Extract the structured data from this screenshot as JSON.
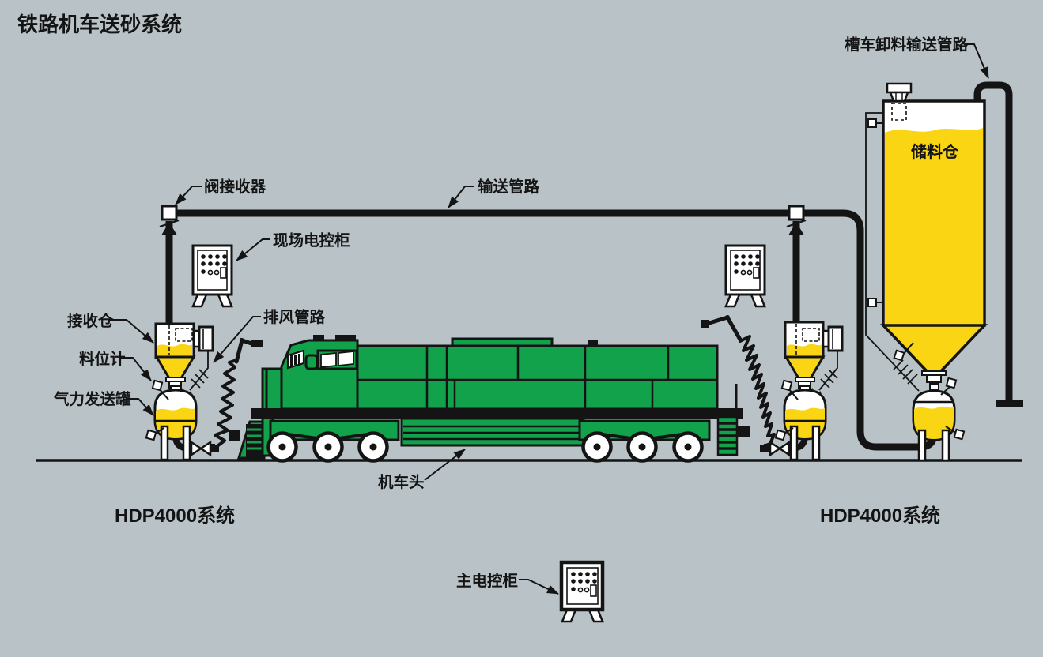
{
  "title": "铁路机车送砂系统",
  "colors": {
    "background": "#b9c3c7",
    "locomotive_green": "#12a24b",
    "sand_yellow": "#f9d513",
    "line_black": "#141414",
    "white": "#ffffff"
  },
  "labels": {
    "valve_receiver": "阀接收器",
    "conveying_pipeline": "输送管路",
    "field_control_cabinet": "现场电控柜",
    "exhaust_pipeline": "排风管路",
    "receiving_bin": "接收仓",
    "level_gauge": "料位计",
    "pneumatic_tank": "气力发送罐",
    "locomotive": "机车头",
    "main_control_cabinet": "主电控柜",
    "tanker_unloading_pipeline": "槽车卸料输送管路",
    "storage_silo": "储料仓",
    "system_left": "HDP4000系统",
    "system_right": "HDP4000系统"
  }
}
